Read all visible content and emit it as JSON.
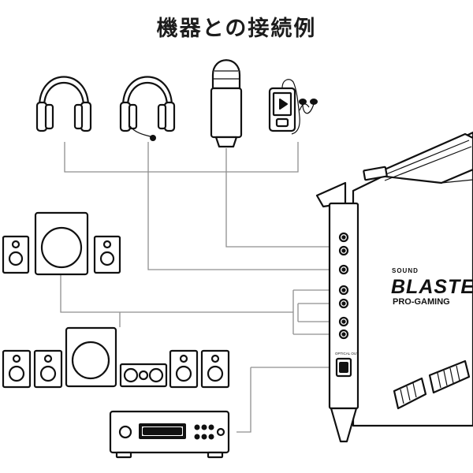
{
  "title": "機器との接続例",
  "card": {
    "brand_top": "SOUND",
    "brand_main": "BLASTER",
    "brand_sub": "PRO-GAMING",
    "optical_label": "OPTICAL OUT"
  },
  "devices": [
    {
      "icon": "headphones-icon"
    },
    {
      "icon": "headset-icon"
    },
    {
      "icon": "microphone-icon"
    },
    {
      "icon": "media-player-icon"
    },
    {
      "icon": "2-1-speakers-icon"
    },
    {
      "icon": "5-1-speakers-icon"
    },
    {
      "icon": "av-receiver-icon"
    },
    {
      "icon": "sound-card-icon"
    }
  ]
}
